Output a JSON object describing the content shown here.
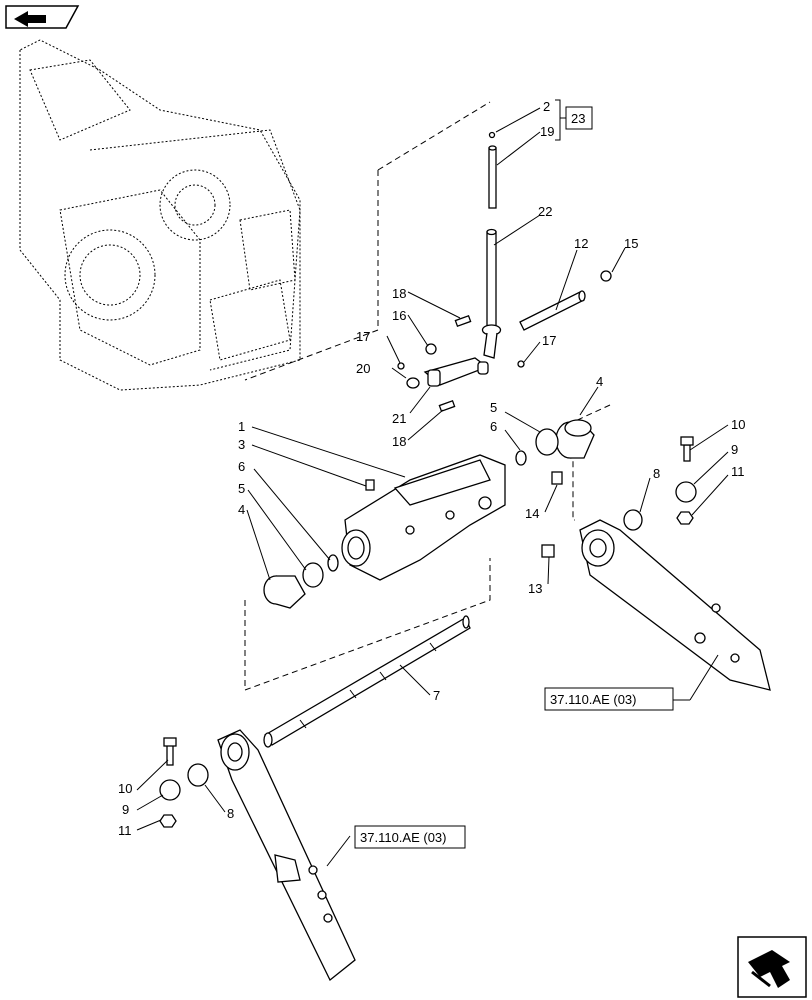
{
  "callouts": [
    {
      "id": "c2",
      "text": "2"
    },
    {
      "id": "c19",
      "text": "19"
    },
    {
      "id": "c23",
      "text": "23"
    },
    {
      "id": "c22",
      "text": "22"
    },
    {
      "id": "c12",
      "text": "12"
    },
    {
      "id": "c15",
      "text": "15"
    },
    {
      "id": "c18a",
      "text": "18"
    },
    {
      "id": "c16",
      "text": "16"
    },
    {
      "id": "c17a",
      "text": "17"
    },
    {
      "id": "c17b",
      "text": "17"
    },
    {
      "id": "c20",
      "text": "20"
    },
    {
      "id": "c21",
      "text": "21"
    },
    {
      "id": "c18b",
      "text": "18"
    },
    {
      "id": "c1",
      "text": "1"
    },
    {
      "id": "c3",
      "text": "3"
    },
    {
      "id": "c6a",
      "text": "6"
    },
    {
      "id": "c5a",
      "text": "5"
    },
    {
      "id": "c4a",
      "text": "4"
    },
    {
      "id": "c4b",
      "text": "4"
    },
    {
      "id": "c5b",
      "text": "5"
    },
    {
      "id": "c6b",
      "text": "6"
    },
    {
      "id": "c14",
      "text": "14"
    },
    {
      "id": "c13",
      "text": "13"
    },
    {
      "id": "c10a",
      "text": "10"
    },
    {
      "id": "c9a",
      "text": "9"
    },
    {
      "id": "c11a",
      "text": "11"
    },
    {
      "id": "c8a",
      "text": "8"
    },
    {
      "id": "c7",
      "text": "7"
    },
    {
      "id": "c10b",
      "text": "10"
    },
    {
      "id": "c9b",
      "text": "9"
    },
    {
      "id": "c8b",
      "text": "8"
    },
    {
      "id": "c11b",
      "text": "11"
    }
  ],
  "refs": {
    "ref_right": "37.110.AE (03)",
    "ref_left": "37.110.AE (03)"
  },
  "icons": {
    "top_left": "book-arrow-icon",
    "bottom_right": "next-page-arrow-icon"
  }
}
